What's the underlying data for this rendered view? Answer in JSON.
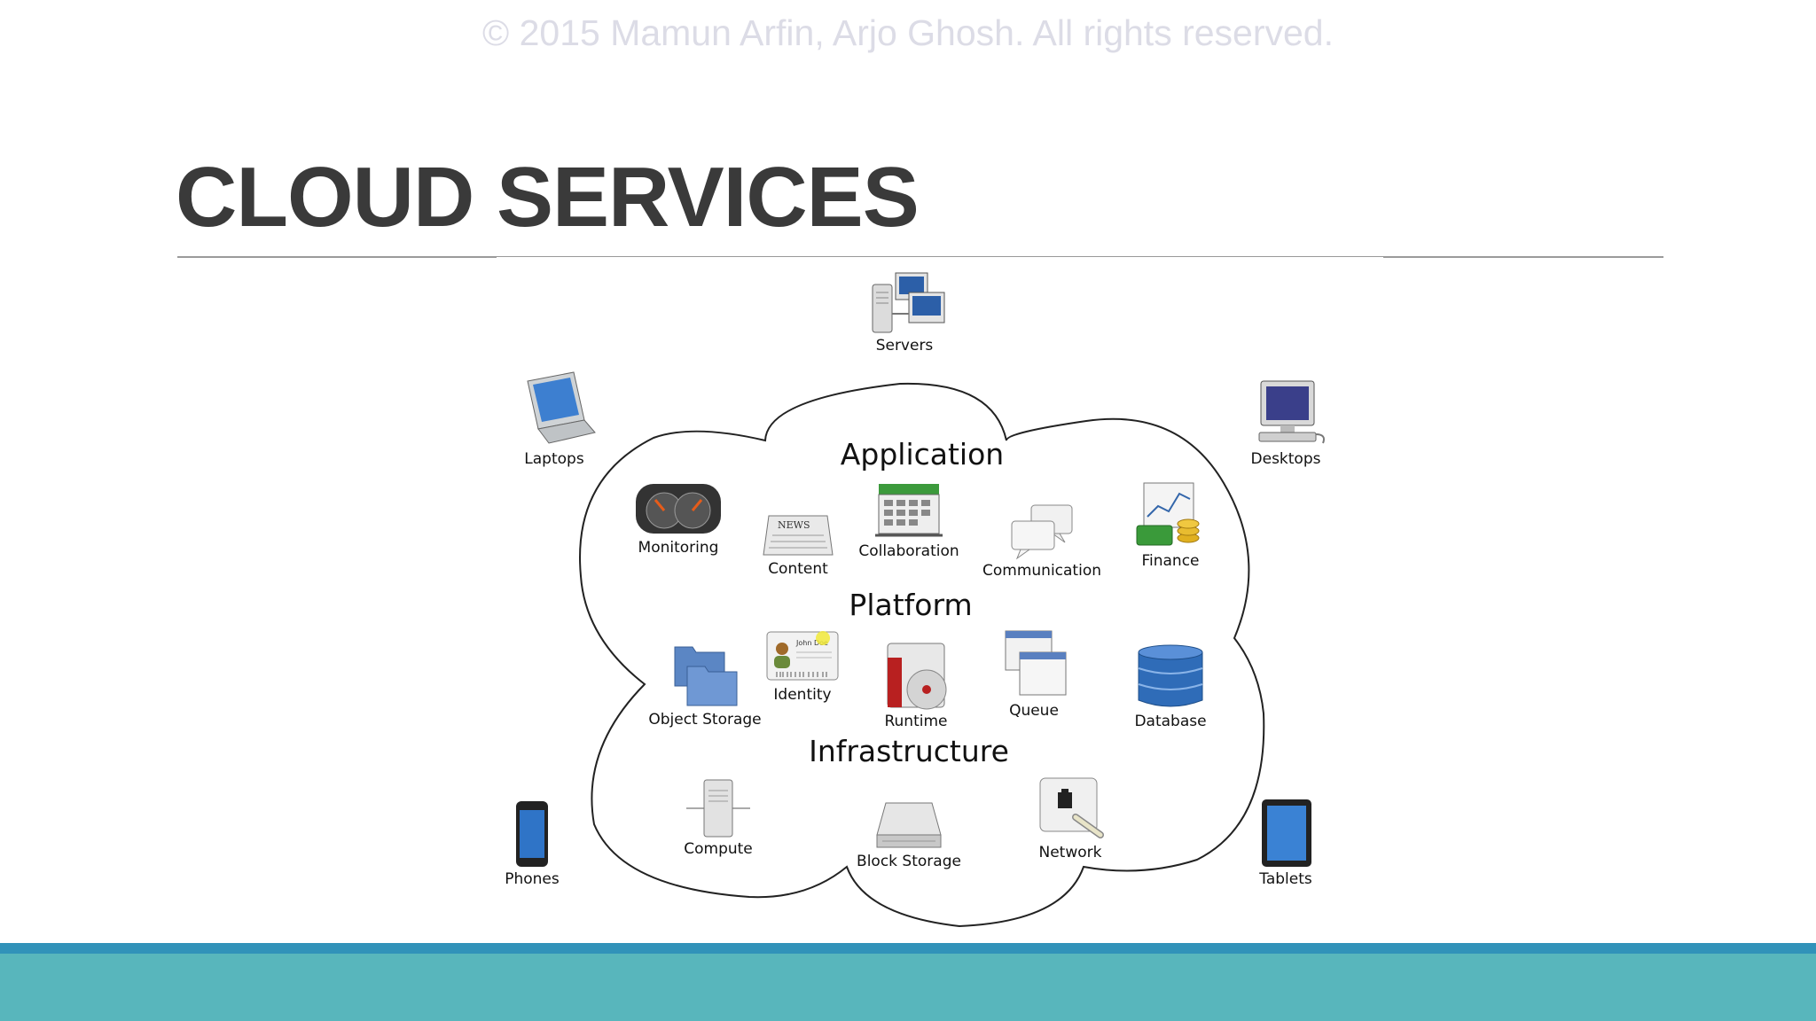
{
  "watermark": "© 2015 Mamun Arfin, Arjo Ghosh. All rights reserved.",
  "title": "CLOUD SERVICES",
  "colors": {
    "footer_line": "#3192b9",
    "footer_bar": "#58b6bc",
    "title": "#3a3a3a",
    "watermark": "#dcdce6"
  },
  "clients": [
    {
      "label": "Servers",
      "icon": "servers-icon"
    },
    {
      "label": "Laptops",
      "icon": "laptop-icon"
    },
    {
      "label": "Desktops",
      "icon": "desktop-icon"
    },
    {
      "label": "Phones",
      "icon": "phone-icon"
    },
    {
      "label": "Tablets",
      "icon": "tablet-icon"
    }
  ],
  "layers": {
    "application": {
      "title": "Application",
      "items": [
        {
          "label": "Monitoring",
          "icon": "speedometer-icon"
        },
        {
          "label": "Content",
          "icon": "newspaper-icon"
        },
        {
          "label": "Collaboration",
          "icon": "calendar-icon"
        },
        {
          "label": "Communication",
          "icon": "chat-bubbles-icon"
        },
        {
          "label": "Finance",
          "icon": "finance-chart-coins-icon"
        }
      ]
    },
    "platform": {
      "title": "Platform",
      "items": [
        {
          "label": "Object Storage",
          "icon": "folders-icon"
        },
        {
          "label": "Identity",
          "icon": "id-card-icon"
        },
        {
          "label": "Runtime",
          "icon": "runtime-disc-icon"
        },
        {
          "label": "Queue",
          "icon": "stacked-windows-icon"
        },
        {
          "label": "Database",
          "icon": "database-icon"
        }
      ]
    },
    "infrastructure": {
      "title": "Infrastructure",
      "items": [
        {
          "label": "Compute",
          "icon": "server-tower-icon"
        },
        {
          "label": "Block Storage",
          "icon": "hard-drive-icon"
        },
        {
          "label": "Network",
          "icon": "network-jack-icon"
        }
      ]
    }
  }
}
